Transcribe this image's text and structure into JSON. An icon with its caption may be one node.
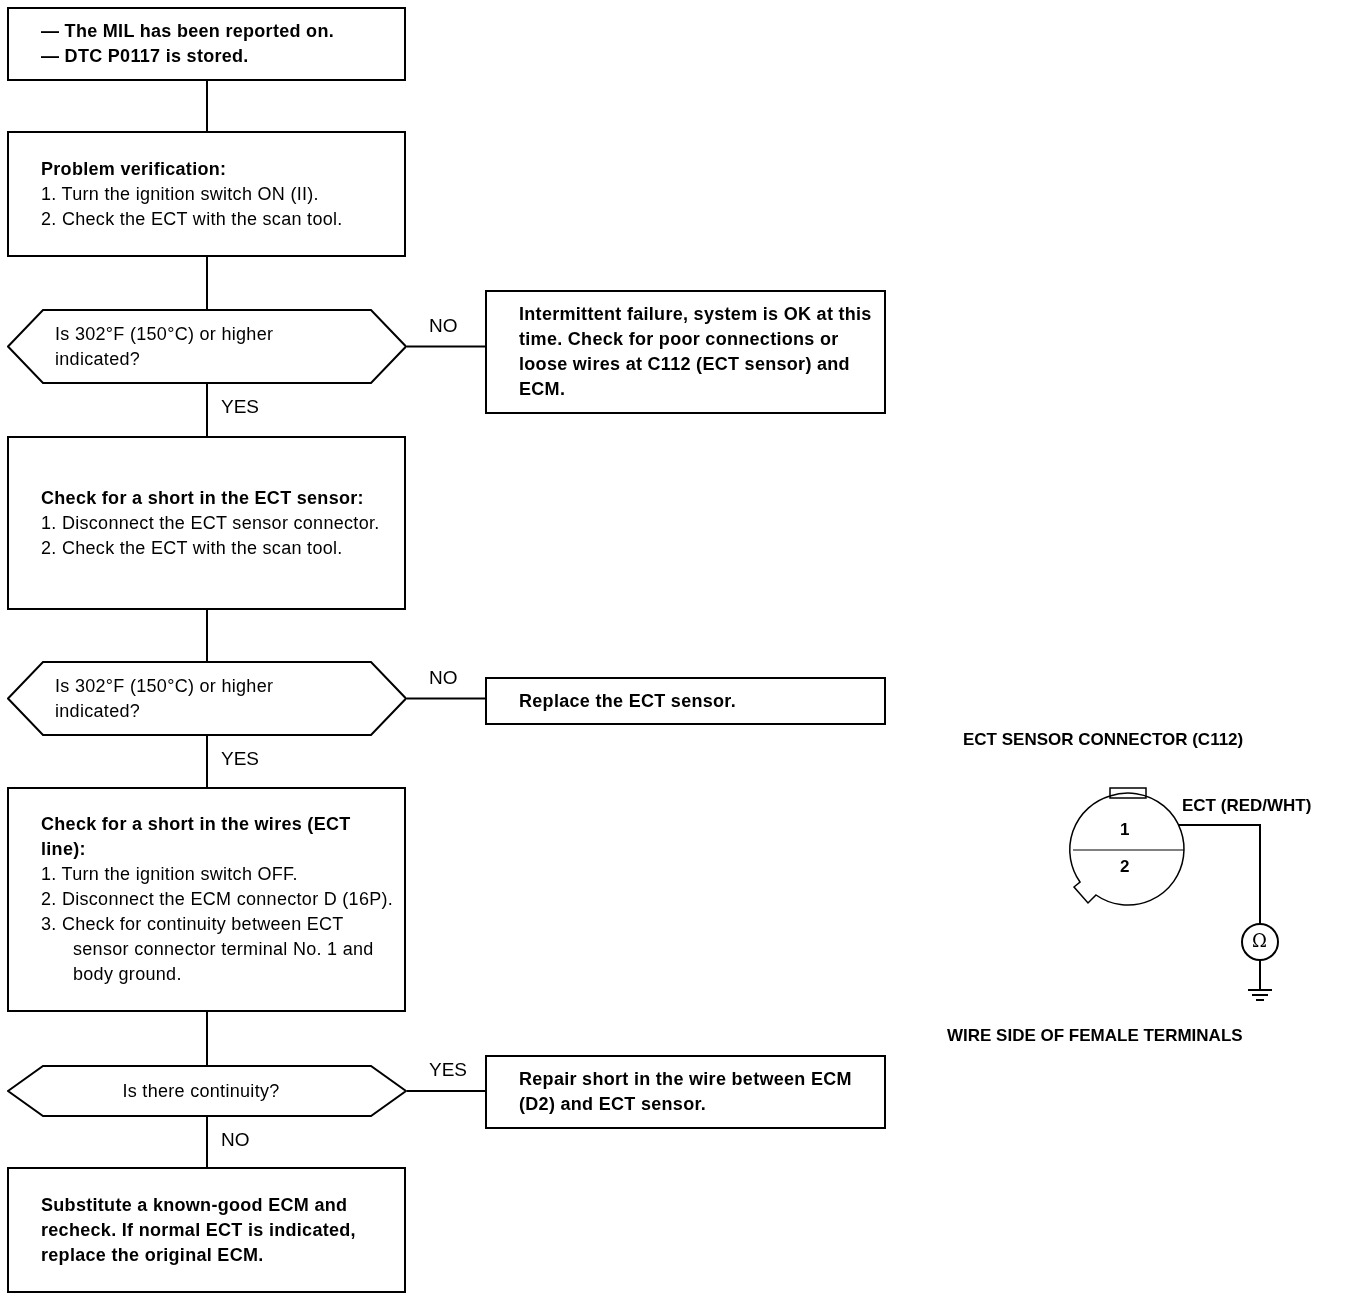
{
  "diagram": {
    "nodes": [
      {
        "text": [
          "— The MIL has been reported on.",
          "— DTC P0117 is stored."
        ]
      },
      {
        "text": [
          "Problem verification:",
          "1. Turn the ignition switch ON (II).",
          "2. Check the ECT with the scan tool."
        ]
      },
      {
        "text": [
          "Is 302°F (150°C) or higher indicated?"
        ]
      },
      {
        "text": [
          "Intermittent failure, system is OK at this time. Check for poor connections or loose wires at C112 (ECT sensor) and ECM."
        ]
      },
      {
        "text": [
          "Check for a short in the ECT sensor:",
          "1. Disconnect the ECT sensor connector.",
          "2. Check the ECT with the scan tool."
        ]
      },
      {
        "text": [
          "Is 302°F (150°C) or higher indicated?"
        ]
      },
      {
        "text": [
          "Replace the ECT sensor."
        ]
      },
      {
        "text": [
          "Check for a short in the wires (ECT line):",
          "1. Turn the ignition switch OFF.",
          "2. Disconnect the ECM connector D (16P).",
          "3. Check for continuity between ECT sensor connector terminal No. 1 and body ground."
        ]
      },
      {
        "text": [
          "Is there continuity?"
        ]
      },
      {
        "text": [
          "Repair short in the wire between ECM (D2) and ECT sensor."
        ]
      },
      {
        "text": [
          "Substitute a known-good ECM and recheck. If normal ECT is indicated, replace the original ECM."
        ]
      }
    ],
    "edges": [
      {
        "from": 0,
        "to": 1,
        "arrow": "none"
      },
      {
        "from": 1,
        "to": 2,
        "arrow": "none"
      },
      {
        "from": 2,
        "to": 3,
        "arrow": "none",
        "label": "NO"
      },
      {
        "from": 2,
        "to": 4,
        "arrow": "none",
        "label": "YES"
      },
      {
        "from": 4,
        "to": 5,
        "arrow": "none"
      },
      {
        "from": 5,
        "to": 6,
        "arrow": "none",
        "label": "NO"
      },
      {
        "from": 5,
        "to": 7,
        "arrow": "none",
        "label": "YES"
      },
      {
        "from": 7,
        "to": 8,
        "arrow": "none"
      },
      {
        "from": 8,
        "to": 9,
        "arrow": "none",
        "label": "YES"
      },
      {
        "from": 8,
        "to": 10,
        "arrow": "none",
        "label": "NO"
      }
    ],
    "labels": [
      "ECT SENSOR CONNECTOR (C112)",
      "ECT (RED/WHT)",
      "1",
      "2",
      "WIRE SIDE OF FEMALE TERMINALS",
      "Ω"
    ]
  }
}
